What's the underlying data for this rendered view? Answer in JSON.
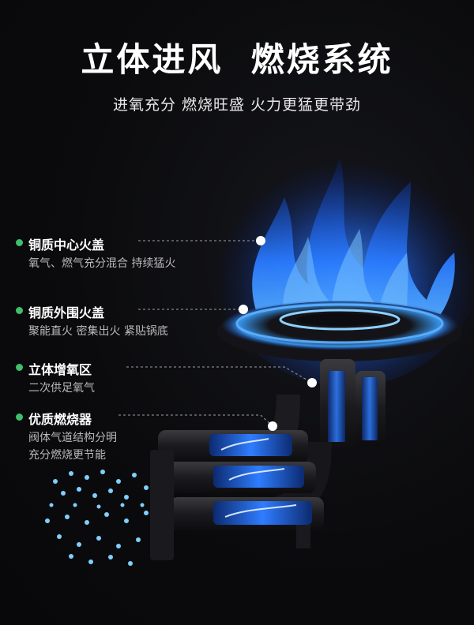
{
  "title": "立体进风  燃烧系统",
  "subtitle": "进氧充分 燃烧旺盛 火力更猛更带劲",
  "colors": {
    "accent_green": "#3fbf6b",
    "flame_blue": "#2a7bff",
    "background": "#0b0b0d"
  },
  "features": [
    {
      "title": "铜质中心火盖",
      "desc": [
        "氧气、燃气充分混合 持续猛火"
      ]
    },
    {
      "title": "铜质外围火盖",
      "desc": [
        "聚能直火 密集出火 紧贴锅底"
      ]
    },
    {
      "title": "立体增氧区",
      "desc": [
        "二次供足氧气"
      ]
    },
    {
      "title": "优质燃烧器",
      "desc": [
        "阀体气道结构分明",
        "充分燃烧更节能"
      ]
    }
  ]
}
